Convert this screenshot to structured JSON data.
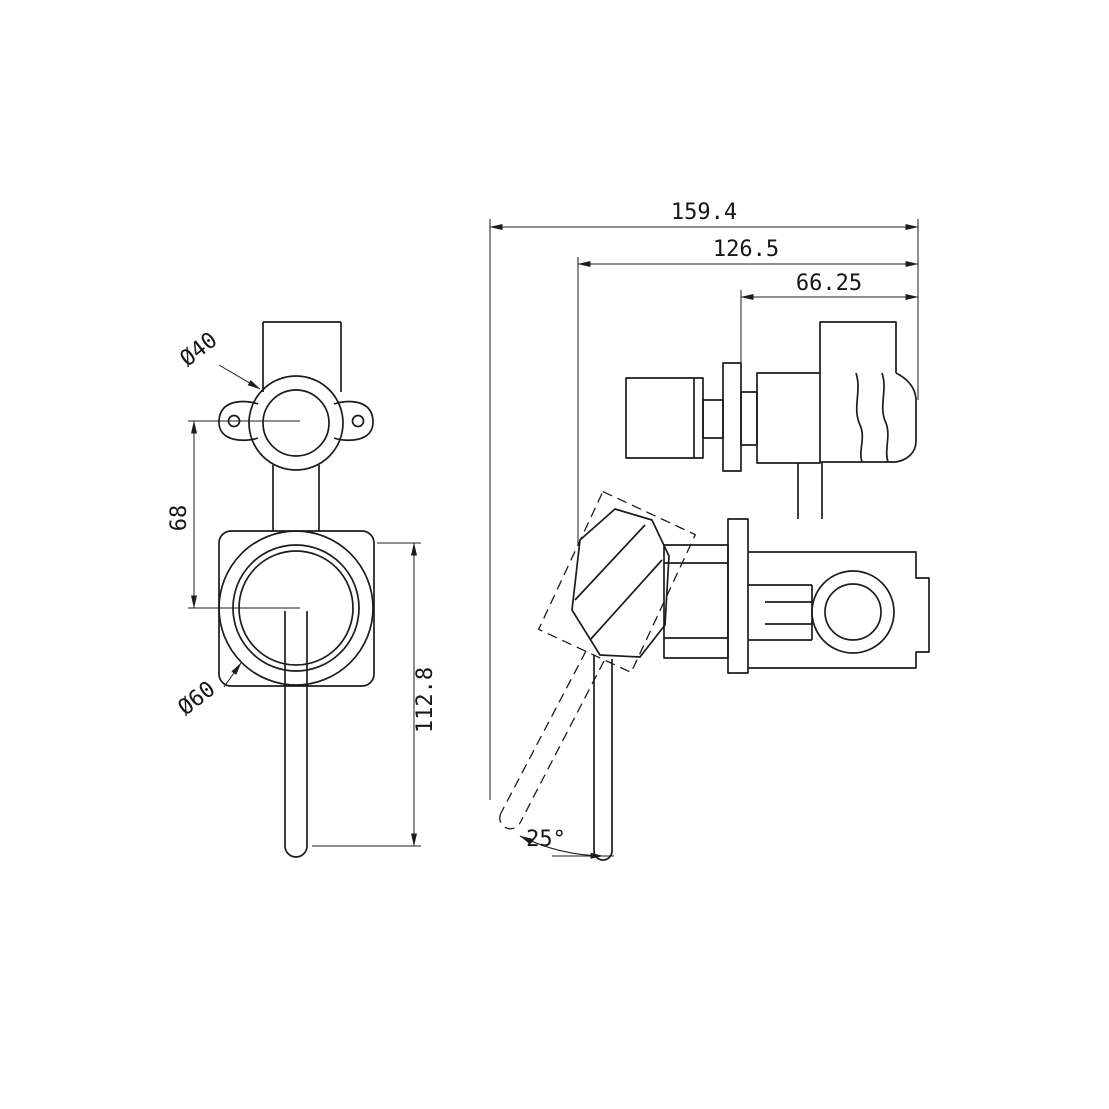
{
  "meta": {
    "description": "Technical dimension drawing of a wall-mounted shower mixer with diverter, front view and side view"
  },
  "colors": {
    "background": "#ffffff",
    "line": "#1c1c1c"
  },
  "front_view": {
    "dim_top_diameter": "Ø40",
    "dim_center_distance": "68",
    "dim_bottom_diameter": "Ø60",
    "dim_handle_length": "112.8"
  },
  "side_view": {
    "dim_overall_depth": "159.4",
    "dim_body_depth": "126.5",
    "dim_upper_offset": "66.25",
    "dim_handle_angle": "25°"
  }
}
